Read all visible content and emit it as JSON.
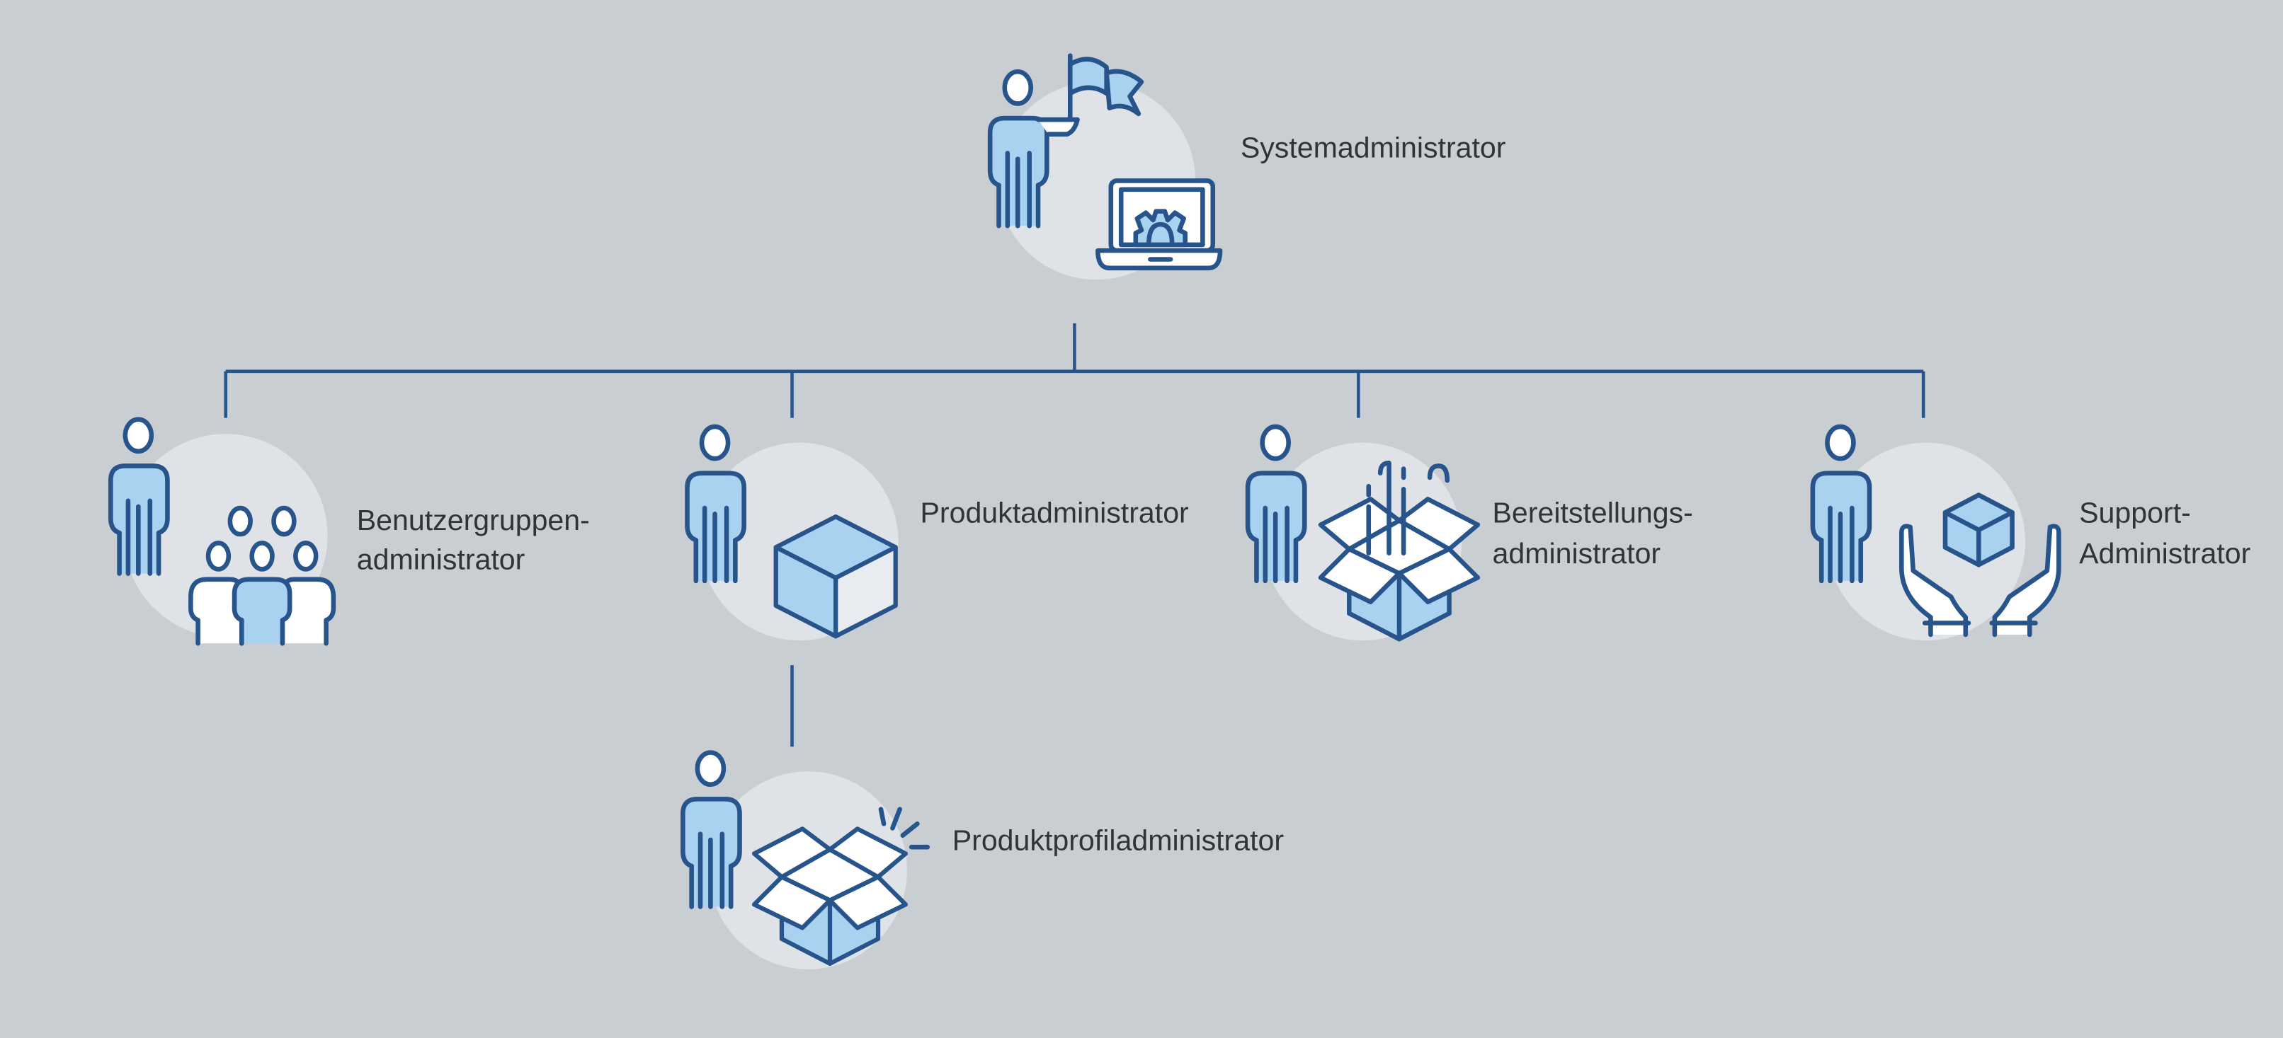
{
  "colors": {
    "background": "#c9ced3",
    "circle": "#dfe3e7",
    "stroke": "#27548a",
    "accent": "#a8d2f0",
    "text": "#333333"
  },
  "nodes": {
    "system": {
      "label": "Systemadministrator",
      "icons": [
        "person-with-flag-icon",
        "laptop-gear-icon"
      ]
    },
    "usergroup": {
      "label_line1": "Benutzergruppen-",
      "label_line2": "administrator",
      "icons": [
        "person-icon",
        "user-group-icon"
      ]
    },
    "product": {
      "label": "Produktadministrator",
      "icons": [
        "person-icon",
        "box-icon"
      ]
    },
    "deployment": {
      "label_line1": "Bereitstellungs-",
      "label_line2": "administrator",
      "icons": [
        "person-icon",
        "open-box-tools-icon"
      ]
    },
    "support": {
      "label_line1": "Support-",
      "label_line2": "Administrator",
      "icons": [
        "person-icon",
        "hands-box-icon"
      ]
    },
    "profile": {
      "label": "Produktprofiladministrator",
      "icons": [
        "person-icon",
        "open-box-icon"
      ]
    }
  }
}
